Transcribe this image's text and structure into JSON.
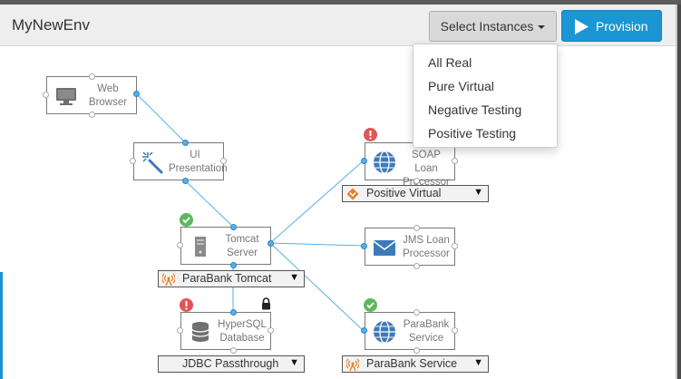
{
  "header": {
    "title": "MyNewEnv",
    "select_instances_label": "Select Instances",
    "provision_label": "Provision"
  },
  "dropdown": {
    "items": [
      "All Real",
      "Pure Virtual",
      "Negative Testing",
      "Positive Testing"
    ]
  },
  "nodes": {
    "web_browser": {
      "line1": "Web",
      "line2": "Browser",
      "icon": "monitor-icon"
    },
    "ui_presentation": {
      "line1": "UI",
      "line2": "Presentation",
      "icon": "magic-wand-icon"
    },
    "tomcat_server": {
      "line1": "Tomcat",
      "line2": "Server",
      "icon": "server-icon",
      "status": "ok"
    },
    "hypersql_database": {
      "line1": "HyperSQL",
      "line2": "Database",
      "icon": "database-icon",
      "status": "error",
      "locked": true
    },
    "soap_loan_processor": {
      "line1": "SOAP Loan",
      "line2": "Processor",
      "icon": "globe-icon",
      "status": "error"
    },
    "jms_loan_processor": {
      "line1": "JMS Loan",
      "line2": "Processor",
      "icon": "envelope-icon"
    },
    "parabank_service": {
      "line1": "ParaBank",
      "line2": "Service",
      "icon": "globe-icon",
      "status": "ok"
    }
  },
  "selectors": {
    "tomcat": {
      "label": "ParaBank Tomcat",
      "icon": "signal-tower-icon"
    },
    "hypersql": {
      "label": "JDBC Passthrough"
    },
    "soap": {
      "label": "Positive Virtual",
      "icon": "virtual-asset-icon"
    },
    "parabank": {
      "label": "ParaBank Service",
      "icon": "signal-tower-icon"
    }
  },
  "colors": {
    "primary": "#1a96d4",
    "connector": "#5aaee6",
    "ok": "#5cb85c",
    "error": "#e05555",
    "icon": "#3d7ab8"
  }
}
